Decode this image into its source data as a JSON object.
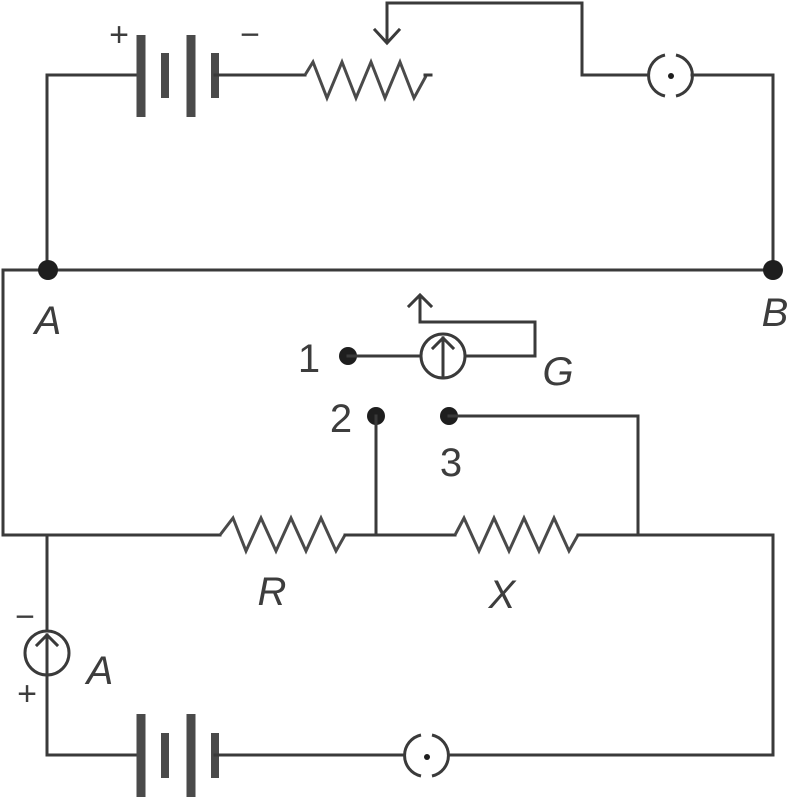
{
  "diagram": {
    "type": "circuit",
    "description": "Potentiometer circuit comparing resistances R and X using a galvanometer with a two-way key",
    "nodes": {
      "A": "A",
      "B": "B"
    },
    "top_circuit": {
      "battery_plus": "+",
      "battery_minus": "−",
      "components": [
        "battery",
        "rheostat",
        "key"
      ]
    },
    "galvanometer": {
      "label": "G",
      "terminals": [
        "1",
        "2",
        "3"
      ]
    },
    "resistors": {
      "R": "R",
      "X": "X"
    },
    "bottom_circuit": {
      "ammeter_label": "A",
      "ammeter_minus": "−",
      "ammeter_plus": "+",
      "components": [
        "ammeter",
        "battery",
        "key"
      ]
    },
    "colors": {
      "wire": "#3a3a3a",
      "label": "#3d3d3d",
      "background": "#ffffff"
    }
  }
}
